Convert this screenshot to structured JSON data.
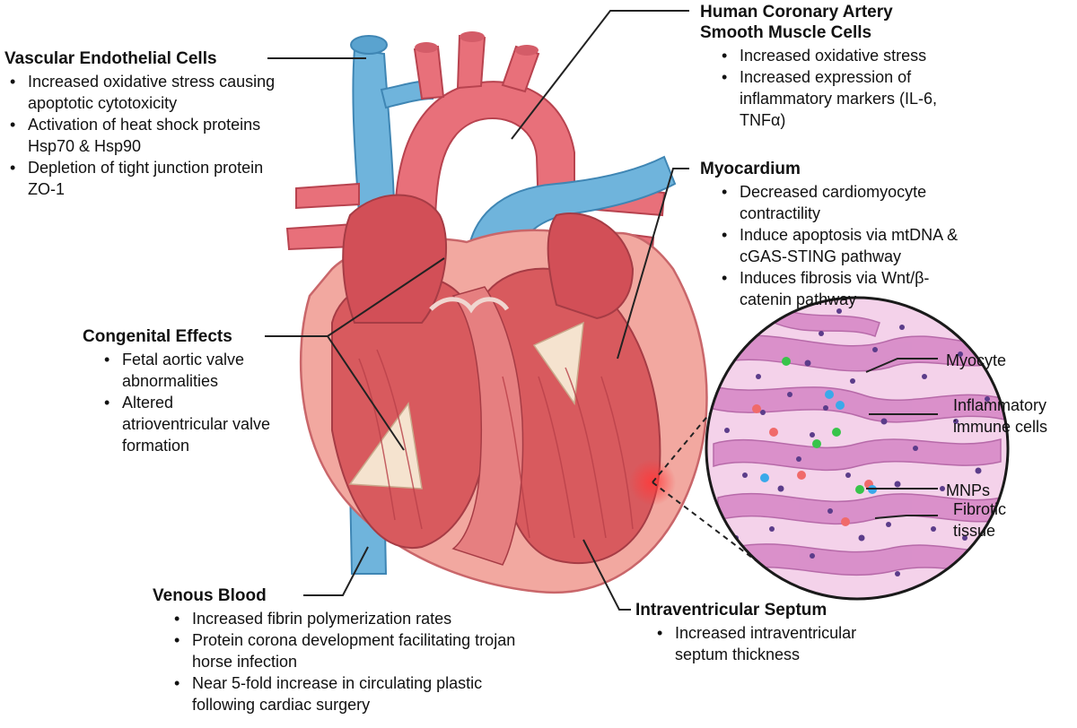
{
  "vascular": {
    "heading": "Vascular Endothelial Cells",
    "items": [
      "Increased oxidative stress causing apoptotic cytotoxicity",
      "Activation of heat shock proteins Hsp70 & Hsp90",
      "Depletion of tight junction protein ZO-1"
    ]
  },
  "coronary": {
    "heading_line1": "Human Coronary Artery",
    "heading_line2": "Smooth Muscle Cells",
    "items": [
      "Increased oxidative stress",
      "Increased expression of inflammatory markers (IL-6, TNFα)"
    ]
  },
  "myocardium": {
    "heading": "Myocardium",
    "items": [
      "Decreased cardiomyocyte contractility",
      "Induce apoptosis via mtDNA & cGAS-STING pathway",
      "Induces fibrosis via Wnt/β-catenin pathway"
    ]
  },
  "congenital": {
    "heading": "Congenital Effects",
    "items": [
      "Fetal aortic valve abnormalities",
      "Altered atrioventricular valve formation"
    ]
  },
  "venous": {
    "heading": "Venous Blood",
    "items": [
      "Increased fibrin polymerization rates",
      "Protein corona development facilitating trojan horse infection",
      "Near 5-fold increase in circulating plastic following cardiac surgery"
    ]
  },
  "septum": {
    "heading": "Intraventricular Septum",
    "items": [
      "Increased intraventricular septum thickness"
    ]
  },
  "histology": {
    "myocyte": "Myocyte",
    "inflammatory_line1": "Inflammatory",
    "inflammatory_line2": "immune cells",
    "mnps": "MNPs",
    "fibrotic_line1": "Fibrotic",
    "fibrotic_line2": "tissue"
  },
  "colors": {
    "artery": "#e8707a",
    "vein": "#6fb4dc",
    "myocardium": "#d85a5e",
    "wall": "#f2a8a0",
    "histology_bg": "#f4d2ea",
    "fiber": "#c86fb8",
    "nuclei": "#5b3c8a",
    "mnp_green": "#38c44a",
    "mnp_red": "#f06a6a",
    "mnp_blue": "#3aa9ea"
  }
}
